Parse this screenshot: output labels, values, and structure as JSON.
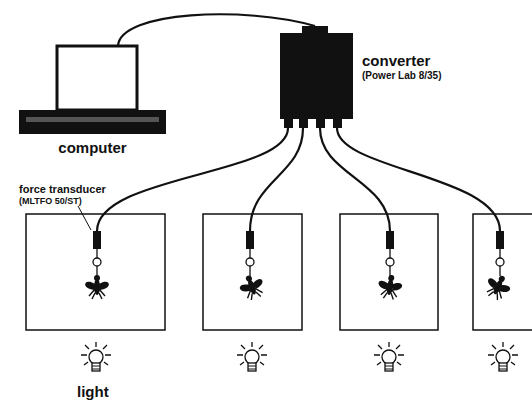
{
  "diagram": {
    "nodes": [
      {
        "text": [
          "computer"
        ]
      },
      {
        "text": [
          "converter",
          "(Power Lab 8/35)"
        ]
      }
    ],
    "edges": [
      {
        "from": 0,
        "to": 1,
        "arrow": "none"
      }
    ],
    "labels": [
      "force transducer",
      "(MLTFO 50/ST)",
      "light"
    ]
  }
}
